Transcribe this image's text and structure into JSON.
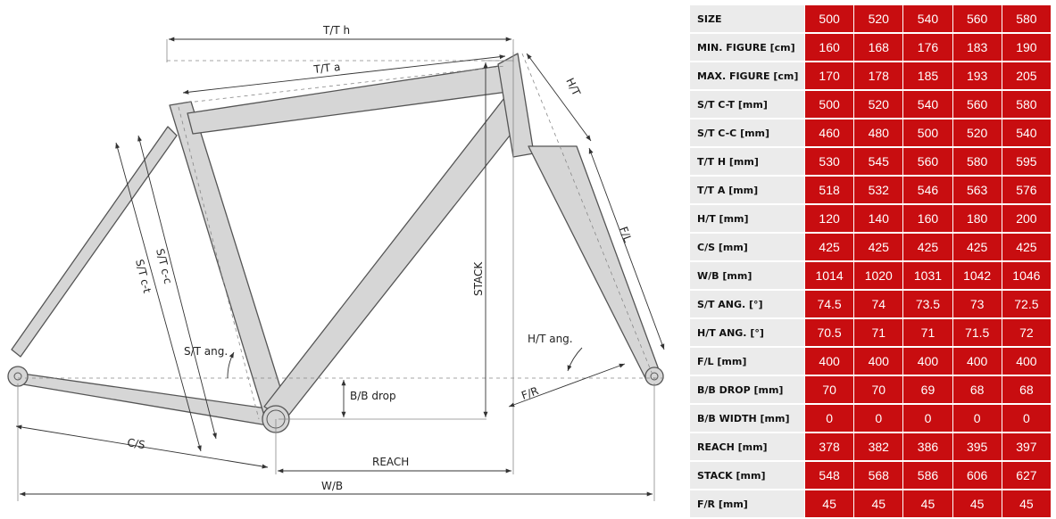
{
  "labels": {
    "tt_h": "T/T h",
    "tt_a": "T/T a",
    "ht": "H/T",
    "fl": "F/L",
    "stack": "STACK",
    "st_cc": "S/T c-c",
    "st_ct": "S/T c-t",
    "st_ang": "S/T ang.",
    "ht_ang": "H/T ang.",
    "bb_drop": "B/B drop",
    "fr": "F/R",
    "cs": "C/S",
    "reach": "REACH",
    "wb": "W/B"
  },
  "geometry_table": {
    "columns": [
      "500",
      "520",
      "540",
      "560",
      "580"
    ],
    "header_label": "SIZE",
    "rows": [
      {
        "label": "MIN. FIGURE [cm]",
        "values": [
          "160",
          "168",
          "176",
          "183",
          "190"
        ]
      },
      {
        "label": "MAX. FIGURE [cm]",
        "values": [
          "170",
          "178",
          "185",
          "193",
          "205"
        ]
      },
      {
        "label": "S/T C-T [mm]",
        "values": [
          "500",
          "520",
          "540",
          "560",
          "580"
        ]
      },
      {
        "label": "S/T C-C [mm]",
        "values": [
          "460",
          "480",
          "500",
          "520",
          "540"
        ]
      },
      {
        "label": "T/T H [mm]",
        "values": [
          "530",
          "545",
          "560",
          "580",
          "595"
        ]
      },
      {
        "label": "T/T A [mm]",
        "values": [
          "518",
          "532",
          "546",
          "563",
          "576"
        ]
      },
      {
        "label": "H/T [mm]",
        "values": [
          "120",
          "140",
          "160",
          "180",
          "200"
        ]
      },
      {
        "label": "C/S [mm]",
        "values": [
          "425",
          "425",
          "425",
          "425",
          "425"
        ]
      },
      {
        "label": "W/B [mm]",
        "values": [
          "1014",
          "1020",
          "1031",
          "1042",
          "1046"
        ]
      },
      {
        "label": "S/T ANG. [°]",
        "values": [
          "74.5",
          "74",
          "73.5",
          "73",
          "72.5"
        ]
      },
      {
        "label": "H/T ANG. [°]",
        "values": [
          "70.5",
          "71",
          "71",
          "71.5",
          "72"
        ]
      },
      {
        "label": "F/L [mm]",
        "values": [
          "400",
          "400",
          "400",
          "400",
          "400"
        ]
      },
      {
        "label": "B/B DROP [mm]",
        "values": [
          "70",
          "70",
          "69",
          "68",
          "68"
        ]
      },
      {
        "label": "B/B WIDTH [mm]",
        "values": [
          "0",
          "0",
          "0",
          "0",
          "0"
        ]
      },
      {
        "label": "REACH [mm]",
        "values": [
          "378",
          "382",
          "386",
          "395",
          "397"
        ]
      },
      {
        "label": "STACK [mm]",
        "values": [
          "548",
          "568",
          "586",
          "606",
          "627"
        ]
      },
      {
        "label": "F/R [mm]",
        "values": [
          "45",
          "45",
          "45",
          "45",
          "45"
        ]
      }
    ]
  },
  "colors": {
    "cell_bg": "#c80d10",
    "label_bg": "#ebebeb",
    "frame_fill": "#d6d6d6",
    "frame_stroke": "#555555"
  }
}
